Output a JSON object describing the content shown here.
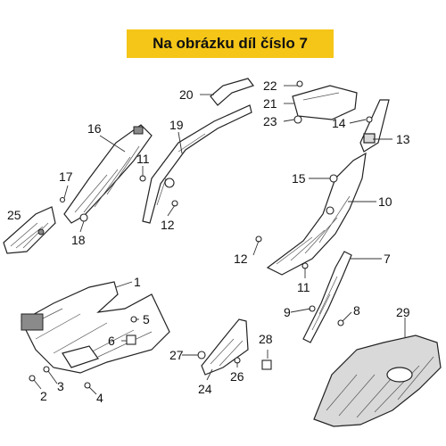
{
  "banner": {
    "text": "Na obrázku díl číslo 7",
    "color": "#f5c518"
  },
  "callouts": {
    "c1": "1",
    "c2": "2",
    "c3": "3",
    "c4": "4",
    "c5": "5",
    "c6": "6",
    "c7": "7",
    "c8": "8",
    "c9": "9",
    "c10": "10",
    "c11a": "11",
    "c11b": "11",
    "c12a": "12",
    "c12b": "12",
    "c13": "13",
    "c14": "14",
    "c15": "15",
    "c16": "16",
    "c17": "17",
    "c18": "18",
    "c19": "19",
    "c20": "20",
    "c21": "21",
    "c22": "22",
    "c23": "23",
    "c24": "24",
    "c25": "25",
    "c26": "26",
    "c27": "27",
    "c28": "28",
    "c29": "29"
  }
}
